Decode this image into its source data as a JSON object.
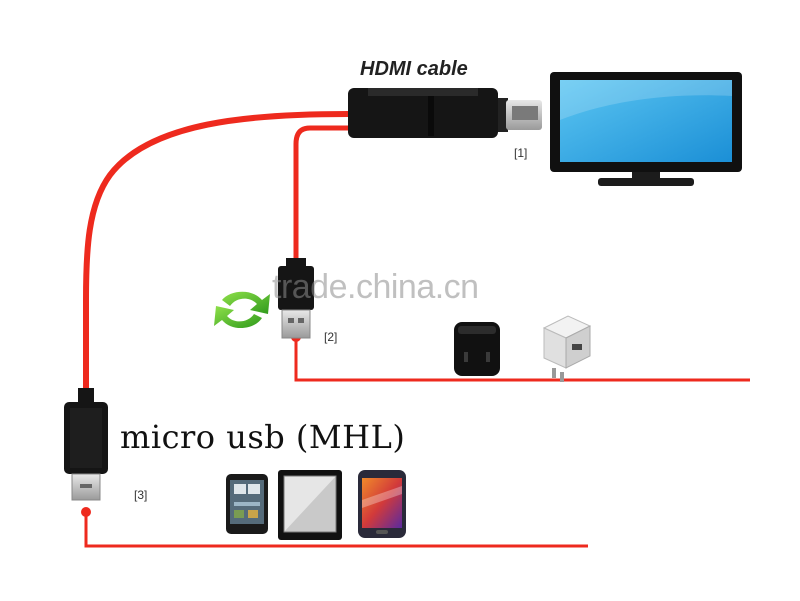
{
  "labels": {
    "hdmi_cable": "HDMI cable",
    "micro_usb": "micro usb (MHL)",
    "ref_1": "[1]",
    "ref_2": "[2]",
    "ref_3": "[3]",
    "watermark": "trade.china.cn"
  },
  "colors": {
    "cable": "#ee2a1e",
    "connector": "#151515",
    "plug_metal": "#c8c8c8",
    "tv_screen": "#2aa8e6",
    "tv_frame": "#101010"
  },
  "icons": [
    "tv-icon",
    "power-adapter-icon",
    "usb-charger-icon",
    "refresh-arrows-icon",
    "smartphone-icon",
    "tablet-icon",
    "galaxy-phone-icon"
  ]
}
